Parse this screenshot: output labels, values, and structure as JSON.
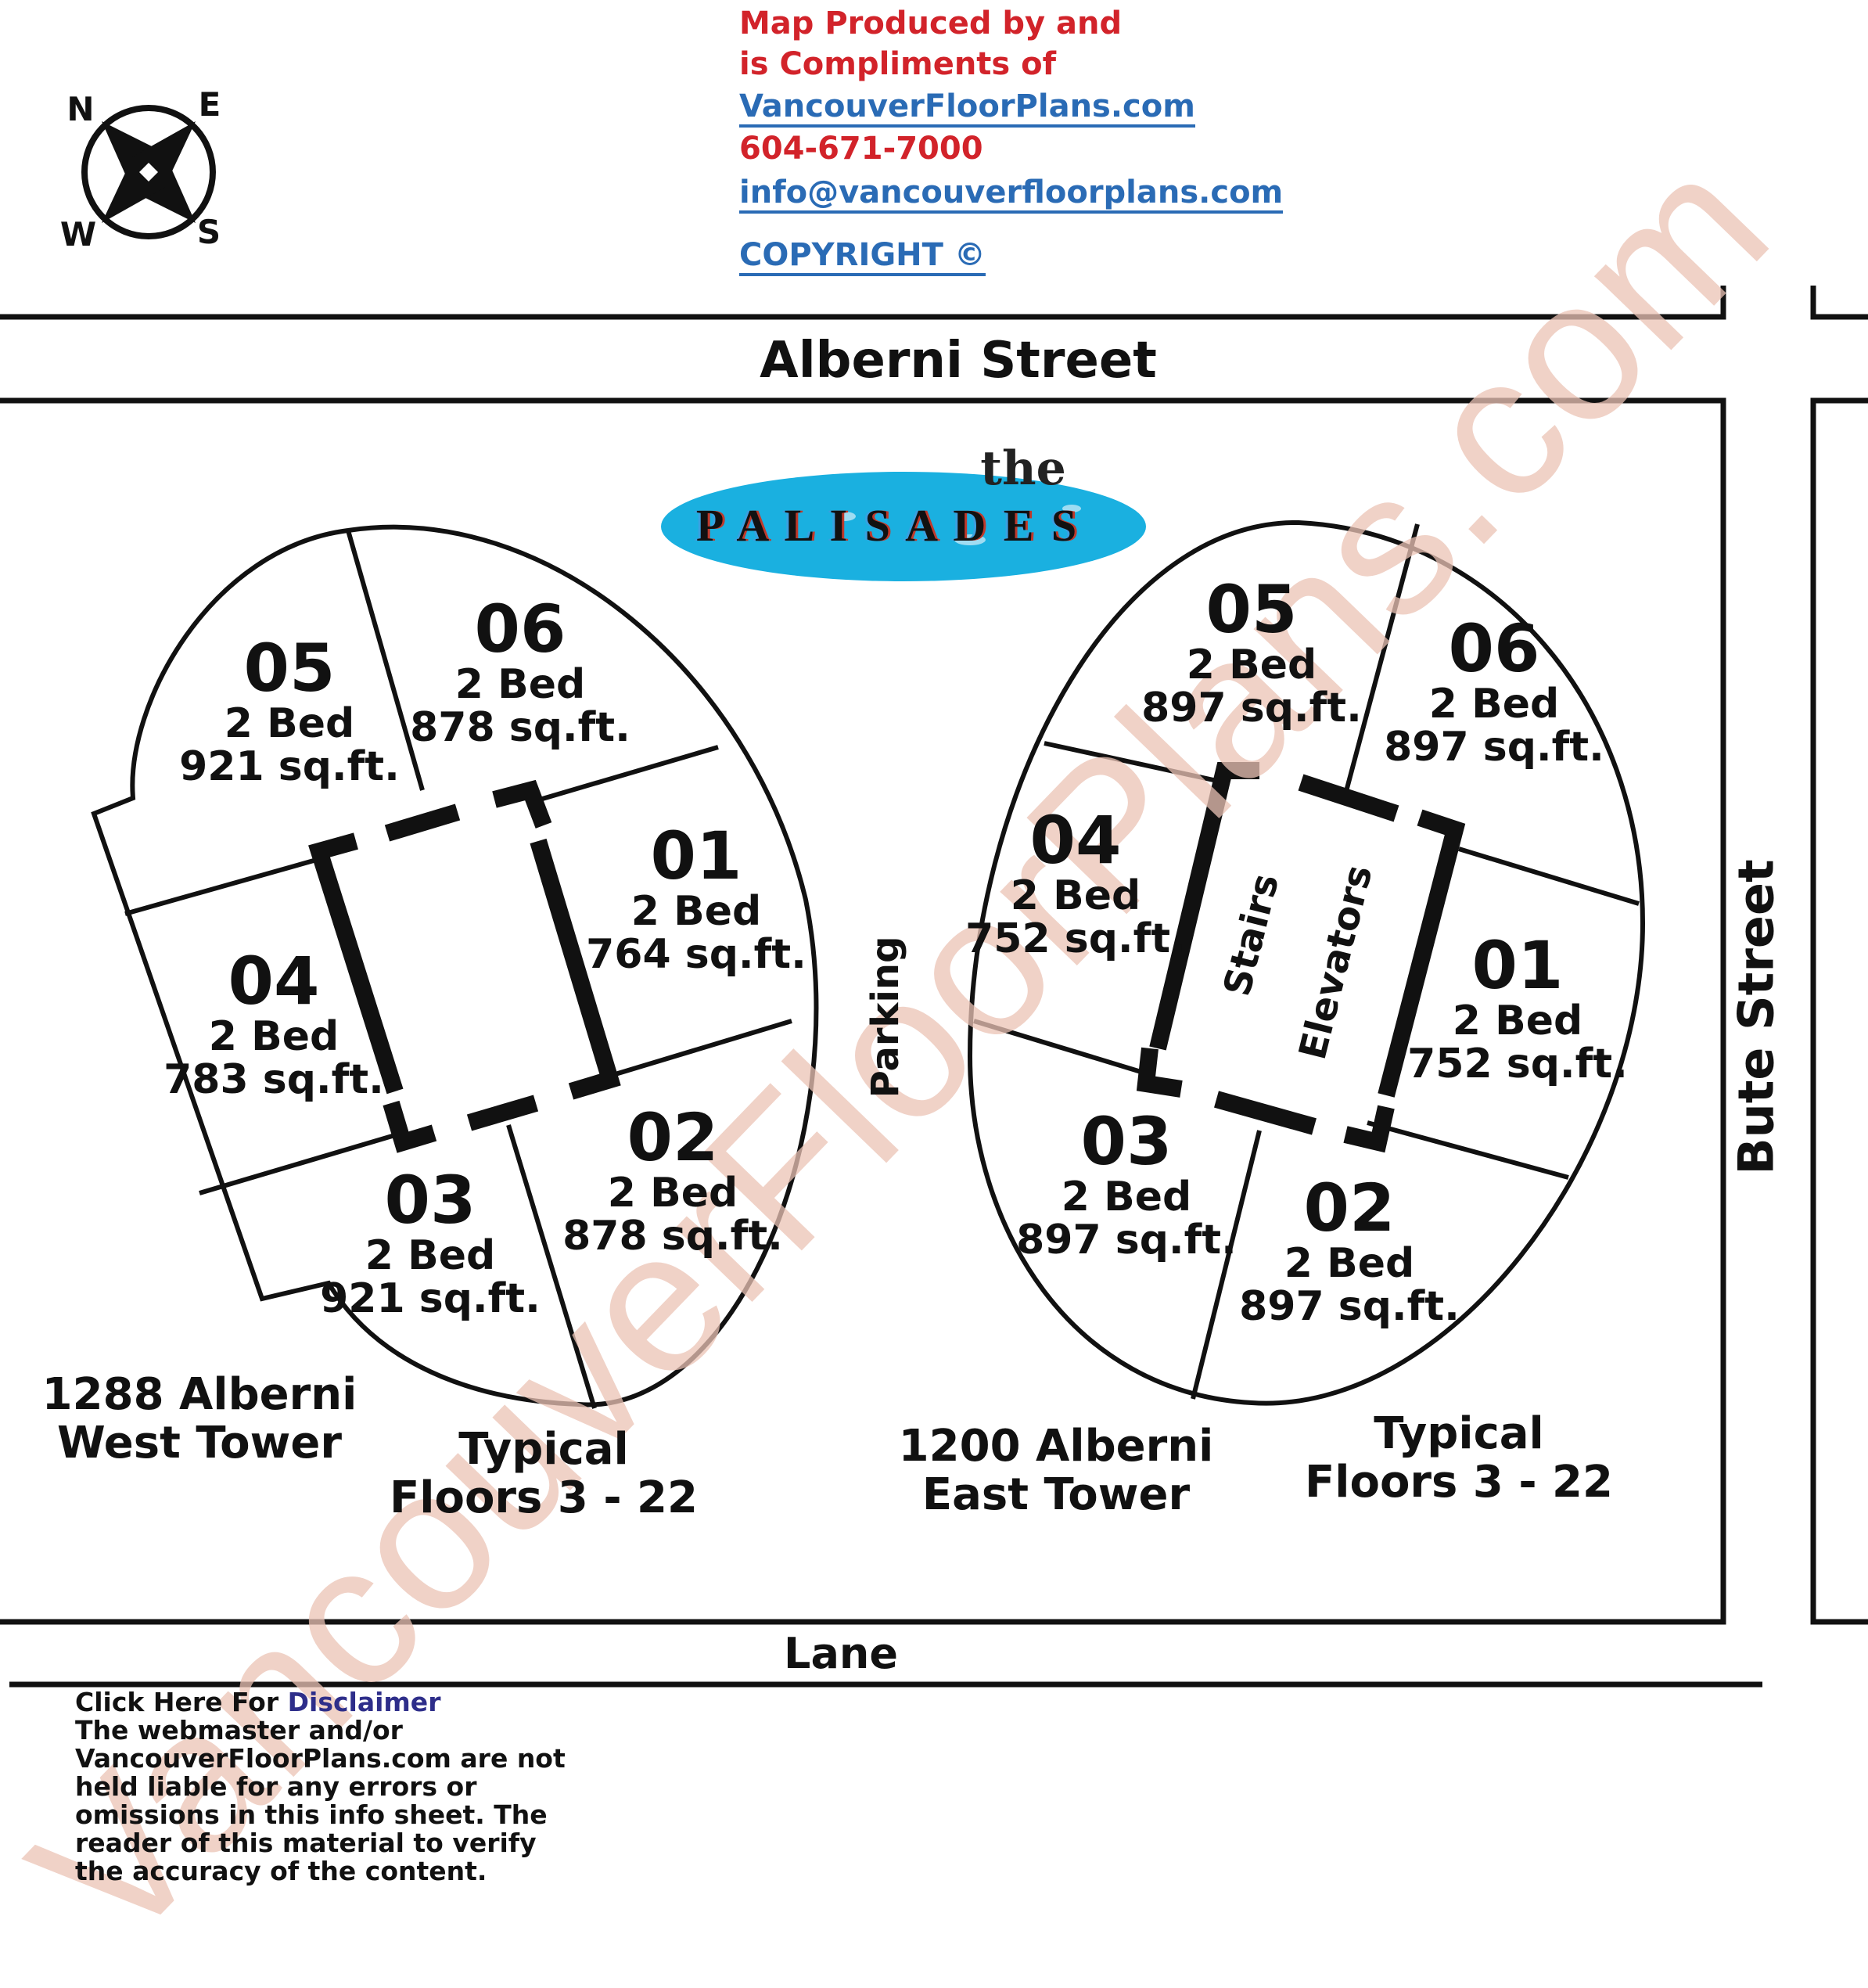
{
  "header": {
    "line1": "Map Produced by and",
    "line2": "is Compliments of",
    "website": "VancouverFloorPlans.com",
    "phone": "604-671-7000",
    "email": "info@vancouverfloorplans.com",
    "copyright": "COPYRIGHT ©"
  },
  "compass": {
    "n": "N",
    "e": "E",
    "w": "W",
    "s": "S"
  },
  "streets": {
    "north": "Alberni Street",
    "east": "Bute Street",
    "south": "Lane"
  },
  "logo": {
    "the": "the",
    "name": "P A L I S A D E S"
  },
  "parking": "Parking",
  "west_tower": {
    "address": "1288 Alberni",
    "name": "West Tower",
    "floors_line1": "Typical",
    "floors_line2": "Floors 3 - 22",
    "units": [
      {
        "num": "05",
        "beds": "2 Bed",
        "area": "921 sq.ft."
      },
      {
        "num": "06",
        "beds": "2 Bed",
        "area": "878 sq.ft."
      },
      {
        "num": "01",
        "beds": "2 Bed",
        "area": "764 sq.ft."
      },
      {
        "num": "04",
        "beds": "2 Bed",
        "area": "783 sq.ft."
      },
      {
        "num": "02",
        "beds": "2 Bed",
        "area": "878 sq.ft."
      },
      {
        "num": "03",
        "beds": "2 Bed",
        "area": "921 sq.ft."
      }
    ]
  },
  "east_tower": {
    "address": "1200 Alberni",
    "name": "East Tower",
    "floors_line1": "Typical",
    "floors_line2": "Floors 3 - 22",
    "stairs": "Stairs",
    "elevators": "Elevators",
    "units": [
      {
        "num": "05",
        "beds": "2 Bed",
        "area": "897 sq.ft."
      },
      {
        "num": "06",
        "beds": "2 Bed",
        "area": "897 sq.ft."
      },
      {
        "num": "04",
        "beds": "2 Bed",
        "area": "752 sq.ft."
      },
      {
        "num": "01",
        "beds": "2 Bed",
        "area": "752 sq.ft."
      },
      {
        "num": "03",
        "beds": "2 Bed",
        "area": "897 sq.ft."
      },
      {
        "num": "02",
        "beds": "2 Bed",
        "area": "897 sq.ft."
      }
    ]
  },
  "disclaimer": {
    "prefix": "Click Here For ",
    "link": "Disclaimer",
    "body": "The webmaster and/or VancouverFloorPlans.com are not held liable for any errors or omissions in this info sheet. The reader of this material to verify the accuracy of the content."
  },
  "watermark": "VancouverFloorPlans.com",
  "colors": {
    "header_red": "#d2232a",
    "header_blue": "#2a6bb5",
    "logo_oval": "#1ab0e0",
    "watermark": "#ebc3b5"
  }
}
